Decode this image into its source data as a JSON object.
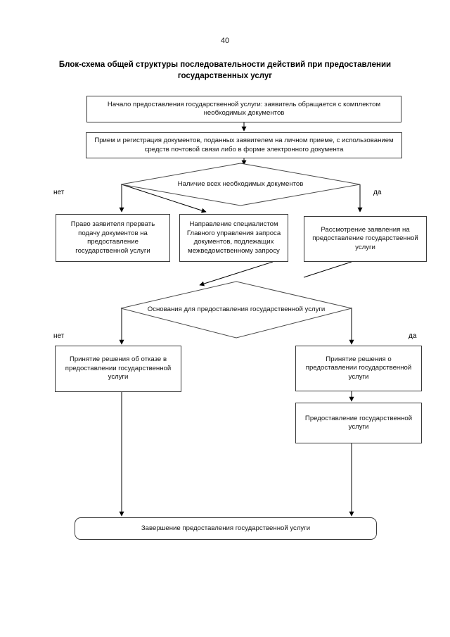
{
  "page": {
    "number": "40",
    "title": "Блок-схема общей структуры последовательности действий при предоставлении государственных услуг"
  },
  "flowchart": {
    "type": "flowchart",
    "nodes": [
      {
        "id": "start",
        "shape": "rect",
        "text": "Начало предоставления государственной услуги: заявитель обращается с комплектом необходимых документов"
      },
      {
        "id": "register",
        "shape": "rect",
        "text": "Прием и регистрация документов, поданных заявителем на личном приеме, с использованием средств почтовой связи либо в форме электронного документа"
      },
      {
        "id": "decision-docs",
        "shape": "diamond",
        "text": "Наличие всех необходимых документов"
      },
      {
        "id": "right-to-interrupt",
        "shape": "rect",
        "text": "Право заявителя прервать подачу документов на предоставление государственной услуги"
      },
      {
        "id": "interagency-request",
        "shape": "rect",
        "text": "Направление специалистом Главного управления запроса документов, подлежащих межведомственному запросу"
      },
      {
        "id": "review-application",
        "shape": "rect",
        "text": "Рассмотрение заявления на предоставление государственной услуги"
      },
      {
        "id": "decision-grounds",
        "shape": "diamond",
        "text": "Основания для предоставления государственной услуги"
      },
      {
        "id": "decision-refusal",
        "shape": "rect",
        "text": "Принятие решения об отказе в предоставлении государственной услуги"
      },
      {
        "id": "decision-grant",
        "shape": "rect",
        "text": "Принятие решения о предоставлении государственной услуги"
      },
      {
        "id": "provide-service",
        "shape": "rect",
        "text": "Предоставление государственной услуги"
      },
      {
        "id": "finish",
        "shape": "rounded-rect",
        "text": "Завершение предоставления государственной услуги"
      }
    ],
    "branch_labels": {
      "decision_docs_no": "нет",
      "decision_docs_yes": "да",
      "decision_grounds_no": "нет",
      "decision_grounds_yes": "да"
    }
  }
}
